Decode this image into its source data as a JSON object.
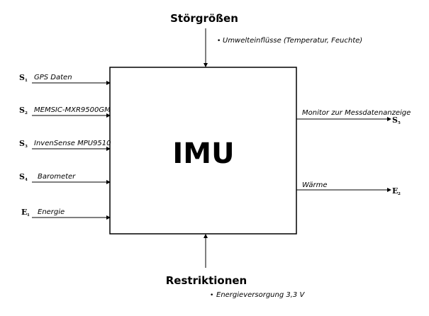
{
  "block": {
    "title": "IMU"
  },
  "disturbances": {
    "heading": "Störgrößen",
    "items": [
      "Umwelteinflüsse (Temperatur, Feuchte)"
    ]
  },
  "restrictions": {
    "heading": "Restriktionen",
    "items": [
      "Energieversorgung 3,3 V"
    ]
  },
  "inputs": [
    {
      "symbol": "S",
      "index": "1",
      "label": "GPS Daten"
    },
    {
      "symbol": "S",
      "index": "2",
      "label": "MEMSIC-MXR9500GM"
    },
    {
      "symbol": "S",
      "index": "3",
      "label": "InvenSense MPU9510"
    },
    {
      "symbol": "S",
      "index": "4",
      "label": "Barometer"
    },
    {
      "symbol": "E",
      "index": "1",
      "label": "Energie"
    }
  ],
  "outputs": [
    {
      "symbol": "S",
      "index": "5",
      "label": "Monitor zur Messdatenanzeige"
    },
    {
      "symbol": "E",
      "index": "2",
      "label": "Wärme"
    }
  ]
}
